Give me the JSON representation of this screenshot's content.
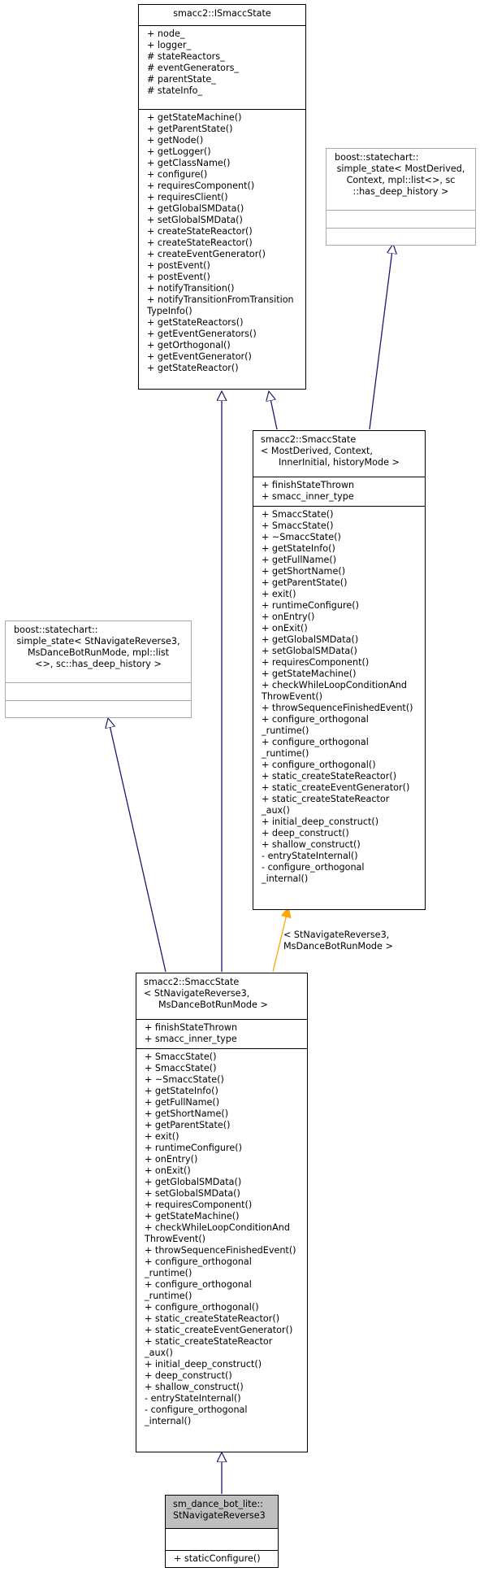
{
  "diagram": {
    "nodes": {
      "ismacc_state": {
        "title": [
          "smacc2::ISmaccState"
        ],
        "attributes": [
          "+ node_",
          "+ logger_",
          "# stateReactors_",
          "# eventGenerators_",
          "# parentState_",
          "# stateInfo_"
        ],
        "methods": [
          "+ getStateMachine()",
          "+ getParentState()",
          "+ getNode()",
          "+ getLogger()",
          "+ getClassName()",
          "+ configure()",
          "+ requiresComponent()",
          "+ requiresClient()",
          "+ getGlobalSMData()",
          "+ setGlobalSMData()",
          "+ createStateReactor()",
          "+ createStateReactor()",
          "+ createEventGenerator()",
          "+ postEvent()",
          "+ postEvent()",
          "+ notifyTransition()",
          "+ notifyTransitionFromTransition",
          "TypeInfo()",
          "+ getStateReactors()",
          "+ getEventGenerators()",
          "+ getOrthogonal()",
          "+ getEventGenerator()",
          "+ getStateReactor()"
        ]
      },
      "simple_state_generic": {
        "title": [
          "boost::statechart::",
          "simple_state< MostDerived,",
          " Context, mpl::list<>, sc",
          "::has_deep_history >"
        ],
        "attributes": [],
        "methods": []
      },
      "smacc_state_template": {
        "title": [
          "smacc2::SmaccState",
          "< MostDerived, Context,",
          " InnerInitial, historyMode >"
        ],
        "attributes": [
          "+ finishStateThrown",
          "+ smacc_inner_type"
        ],
        "methods": [
          "+ SmaccState()",
          "+ SmaccState()",
          "+ ~SmaccState()",
          "+ getStateInfo()",
          "+ getFullName()",
          "+ getShortName()",
          "+ getParentState()",
          "+ exit()",
          "+ runtimeConfigure()",
          "+ onEntry()",
          "+ onExit()",
          "+ getGlobalSMData()",
          "+ setGlobalSMData()",
          "+ requiresComponent()",
          "+ getStateMachine()",
          "+ checkWhileLoopConditionAnd",
          "ThrowEvent()",
          "+ throwSequenceFinishedEvent()",
          "+ configure_orthogonal",
          "_runtime()",
          "+ configure_orthogonal",
          "_runtime()",
          "+ configure_orthogonal()",
          "+ static_createStateReactor()",
          "+ static_createEventGenerator()",
          "+ static_createStateReactor",
          "_aux()",
          "+ initial_deep_construct()",
          "+ deep_construct()",
          "+ shallow_construct()",
          "- entryStateInternal()",
          "- configure_orthogonal",
          "_internal()"
        ]
      },
      "simple_state_specific": {
        "title": [
          "boost::statechart::",
          "simple_state< StNavigateReverse3,",
          " MsDanceBotRunMode, mpl::list",
          "<>, sc::has_deep_history >"
        ],
        "attributes": [],
        "methods": []
      },
      "smacc_state_specific": {
        "title": [
          "smacc2::SmaccState",
          "< StNavigateReverse3,",
          " MsDanceBotRunMode >"
        ],
        "attributes": [
          "+ finishStateThrown",
          "+ smacc_inner_type"
        ],
        "methods": [
          "+ SmaccState()",
          "+ SmaccState()",
          "+ ~SmaccState()",
          "+ getStateInfo()",
          "+ getFullName()",
          "+ getShortName()",
          "+ getParentState()",
          "+ exit()",
          "+ runtimeConfigure()",
          "+ onEntry()",
          "+ onExit()",
          "+ getGlobalSMData()",
          "+ setGlobalSMData()",
          "+ requiresComponent()",
          "+ getStateMachine()",
          "+ checkWhileLoopConditionAnd",
          "ThrowEvent()",
          "+ throwSequenceFinishedEvent()",
          "+ configure_orthogonal",
          "_runtime()",
          "+ configure_orthogonal",
          "_runtime()",
          "+ configure_orthogonal()",
          "+ static_createStateReactor()",
          "+ static_createEventGenerator()",
          "+ static_createStateReactor",
          "_aux()",
          "+ initial_deep_construct()",
          "+ deep_construct()",
          "+ shallow_construct()",
          "- entryStateInternal()",
          "- configure_orthogonal",
          "_internal()"
        ]
      },
      "st_navigate_reverse3": {
        "title": [
          "sm_dance_bot_lite::",
          "StNavigateReverse3"
        ],
        "attributes": [],
        "methods": [
          "+ staticConfigure()"
        ]
      }
    },
    "template_edge_label": [
      "< StNavigateReverse3,",
      "MsDanceBotRunMode >"
    ],
    "colors": {
      "inheritance_edge": "#191970",
      "template_edge": "#ffa500",
      "external_border": "#a8a8a8",
      "highlight_fill": "#bfbfbf"
    }
  }
}
